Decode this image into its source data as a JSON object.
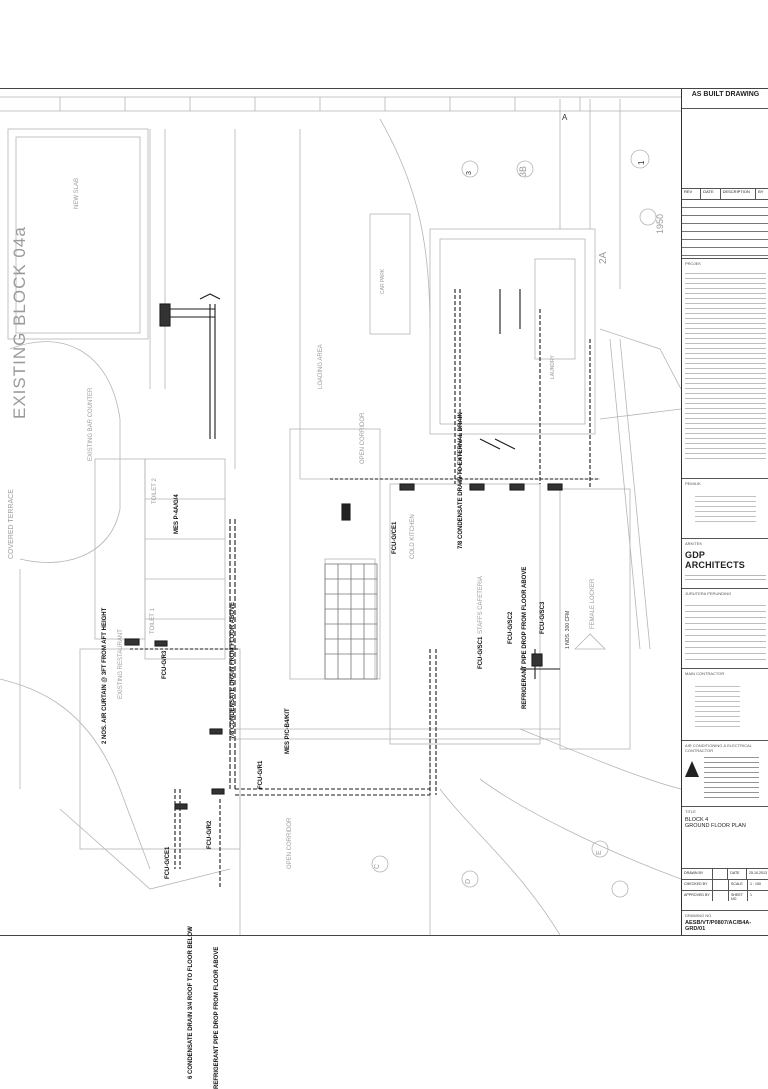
{
  "title_block": {
    "header": "AS BUILT DRAWING",
    "rev_cols": [
      "REV",
      "DATE",
      "DESCRIPTION",
      "BY"
    ],
    "project_label": "PROJEK",
    "owner_label": "PEMILIK",
    "architect_label": "ARKITEK",
    "architect_name": "GDP ARCHITECTS",
    "engineer_label": "JURUTERA PERUNDING",
    "contractor_label": "MAIN CONTRACTOR",
    "me_label": "AIR CONDITIONING & ELECTRICAL CONTRACTOR",
    "title_label": "TITLE",
    "sheet_title_1": "BLOCK 4",
    "sheet_title_2": "GROUND FLOOR PLAN",
    "drawn_by_label": "DRAWN BY",
    "checked_by_label": "CHECKED BY",
    "approved_by_label": "APPROVED BY",
    "scale_label": "SCALE",
    "scale_value": "1 : 100",
    "date_label": "DATE",
    "date_value": "25.10.2013",
    "sheet_label": "SHEET NO",
    "sheet_value": "1",
    "drawing_no_label": "DRAWING NO",
    "drawing_no": "AESB/VT/P0807/AC/B4A-GRD/01"
  },
  "plan": {
    "block_label": "EXISTING BLOCK 04a",
    "new_slab": "NEW SLAB",
    "covered_terrace": "COVERED TERRACE",
    "existing_bar_counter": "EXISTING BAR COUNTER",
    "toilet_1": "TOILET 1",
    "toilet_2": "TOILET 2",
    "existing_restaurant": "EXISTING RESTAURANT",
    "loading_area": "LOADING AREA",
    "car_park": "CAR PARK",
    "open_corridor_1": "OPEN CORRIDOR",
    "open_corridor_2": "OPEN CORRIDOR",
    "cold_kitchen": "COLD KITCHEN",
    "staff_cafeteria": "STAFFS CAFETERIA",
    "female_locker": "FEMALE LOCKER",
    "laundry": "LAUNDRY",
    "mes_unit": "MES P-4A/G/4",
    "mes_kit": "MES P/C-B4/KIT",
    "fcu_1": "FCU-G/CE1",
    "fcu_2": "FCU-G/SC1",
    "fcu_3": "FCU-G/SC2",
    "fcu_4": "FCU-G/SC3",
    "fcu_5": "FCU-G/R1",
    "fcu_6": "FCU-G/R2",
    "fcu_7": "FCU-G/R3",
    "fcu_8": "FCU-G/CE1",
    "note_condensate_1": "7/8 CONDENSATE DRAIN TO EXTERNAL DRAIN",
    "note_condensate_2": "7/8 CONDENSATE DRAIN FROM FLOOR ABOVE",
    "note_condensate_3": "6 CONDENSATE DRAIN 3/4 ROOF TO FLOOR BELOW",
    "note_refrigerant_1": "REFRIGERANT PIPE DROP FROM FLOOR ABOVE",
    "note_refrigerant_2": "REFRIGERANT PIPE DROP FROM FLOOR ABOVE",
    "note_aircurtain": "2 NOS. AIR CURTAIN @ 3FT FROM AFT HEIGHT",
    "note_exhaust": "1 NOS. 300 CFM",
    "grid_a": "A",
    "grid_2a": "2A",
    "grid_1": "1",
    "grid_3": "3",
    "grid_3b": "3B",
    "grid_c": "C",
    "grid_d": "D",
    "grid_e": "E",
    "dim_1950": "1950"
  }
}
